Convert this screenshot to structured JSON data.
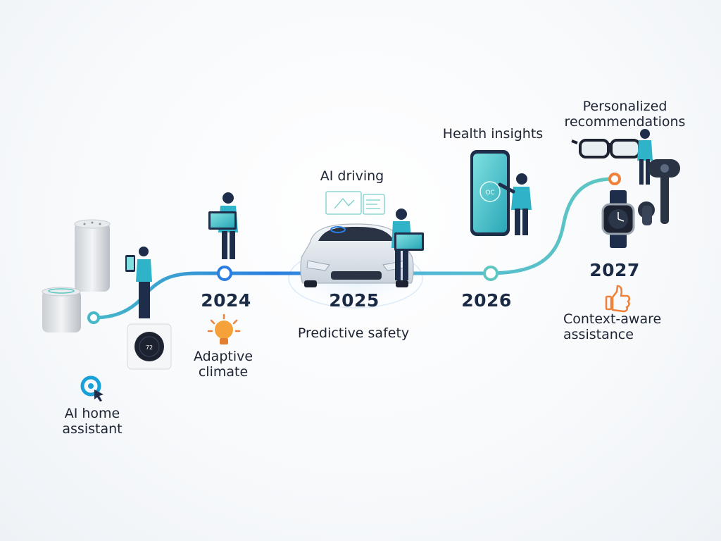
{
  "timeline": {
    "milestones": [
      {
        "year": "",
        "label": "AI home\nassistant"
      },
      {
        "year": "2024",
        "label": "Adaptive\nclimate"
      },
      {
        "year": "2025",
        "label": "Predictive safety",
        "top_label": "AI driving"
      },
      {
        "year": "2026",
        "label": "",
        "top_label": "Health insights"
      },
      {
        "year": "2027",
        "label": "Context-aware\nassistance",
        "top_label": "Personalized\nrecommendations"
      }
    ]
  },
  "colors": {
    "line_start": "#2b7ee0",
    "line_end": "#5fc7c0",
    "accent_orange": "#f0813a",
    "teal": "#2fb3c8",
    "navy": "#1e2d4a"
  },
  "icons": [
    "smart-speaker-icon",
    "thermostat-icon",
    "search-cursor-icon",
    "bulb-icon",
    "car-icon",
    "phone-icon",
    "glasses-icon",
    "watch-icon",
    "earbuds-icon",
    "thumbs-up-icon"
  ]
}
